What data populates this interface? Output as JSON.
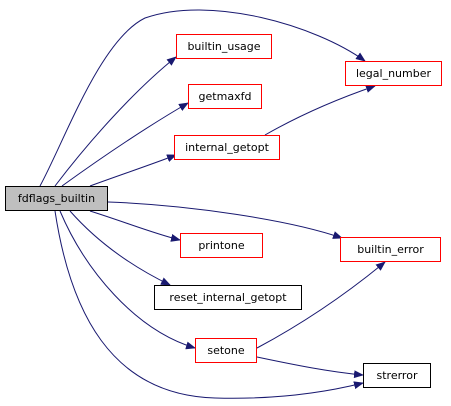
{
  "colors": {
    "edge": "#191970",
    "border_linked": "#ff0000",
    "border_plain": "#000000",
    "root_fill": "#bfbfbf"
  },
  "graph": {
    "root": {
      "id": "fdflags_builtin",
      "label": "fdflags_builtin"
    },
    "nodes": [
      {
        "id": "builtin_usage",
        "label": "builtin_usage",
        "style": "red"
      },
      {
        "id": "legal_number",
        "label": "legal_number",
        "style": "red"
      },
      {
        "id": "getmaxfd",
        "label": "getmaxfd",
        "style": "red"
      },
      {
        "id": "internal_getopt",
        "label": "internal_getopt",
        "style": "red"
      },
      {
        "id": "printone",
        "label": "printone",
        "style": "red"
      },
      {
        "id": "builtin_error",
        "label": "builtin_error",
        "style": "red"
      },
      {
        "id": "reset_internal_getopt",
        "label": "reset_internal_getopt",
        "style": "black"
      },
      {
        "id": "setone",
        "label": "setone",
        "style": "red"
      },
      {
        "id": "strerror",
        "label": "strerror",
        "style": "black"
      }
    ],
    "edges": [
      {
        "from": "fdflags_builtin",
        "to": "legal_number"
      },
      {
        "from": "fdflags_builtin",
        "to": "builtin_usage"
      },
      {
        "from": "fdflags_builtin",
        "to": "getmaxfd"
      },
      {
        "from": "fdflags_builtin",
        "to": "internal_getopt"
      },
      {
        "from": "fdflags_builtin",
        "to": "builtin_error"
      },
      {
        "from": "fdflags_builtin",
        "to": "printone"
      },
      {
        "from": "fdflags_builtin",
        "to": "reset_internal_getopt"
      },
      {
        "from": "fdflags_builtin",
        "to": "setone"
      },
      {
        "from": "fdflags_builtin",
        "to": "strerror"
      },
      {
        "from": "internal_getopt",
        "to": "legal_number"
      },
      {
        "from": "setone",
        "to": "builtin_error"
      },
      {
        "from": "setone",
        "to": "strerror"
      }
    ]
  }
}
